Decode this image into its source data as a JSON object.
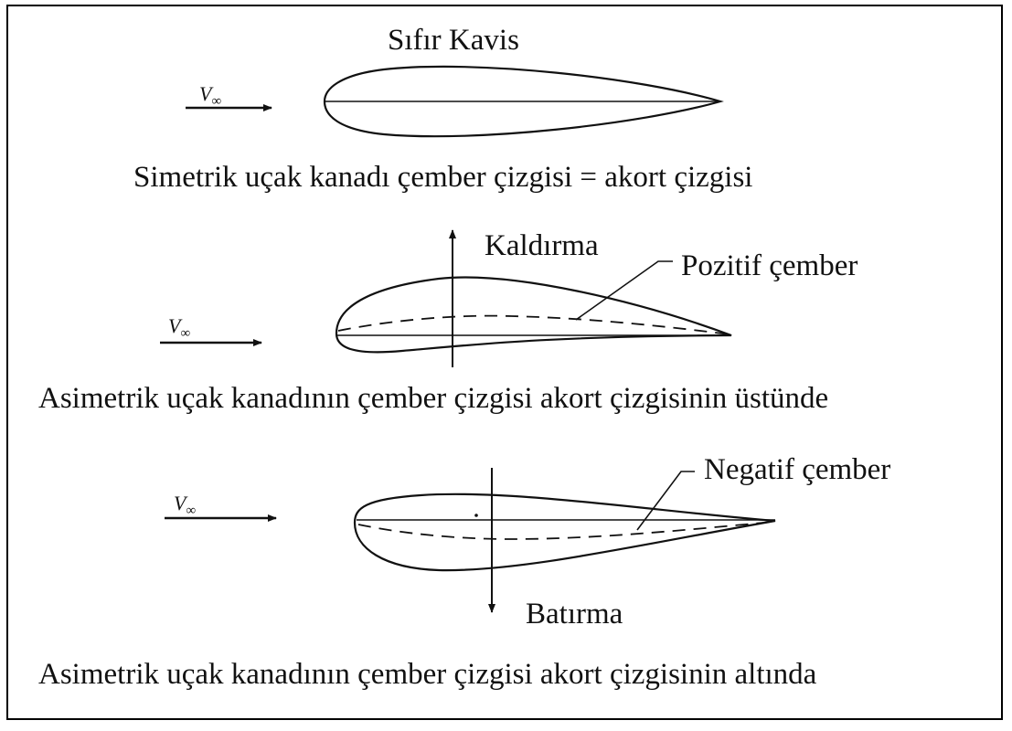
{
  "title": "Sıfır Kavis",
  "velocity_label": "V",
  "velocity_subscript": "∞",
  "panel1": {
    "caption": "Simetrik uçak kanadı çember çizgisi = akort çizgisi"
  },
  "panel2": {
    "force_label": "Kaldırma",
    "camber_label": "Pozitif çember",
    "caption": "Asimetrik uçak kanadının çember çizgisi akort çizgisinin üstünde"
  },
  "panel3": {
    "camber_label": "Negatif çember",
    "force_label": "Batırma",
    "caption": "Asimetrik uçak kanadının çember çizgisi akort çizgisinin altında"
  },
  "colors": {
    "line": "#111111",
    "background": "#ffffff"
  }
}
